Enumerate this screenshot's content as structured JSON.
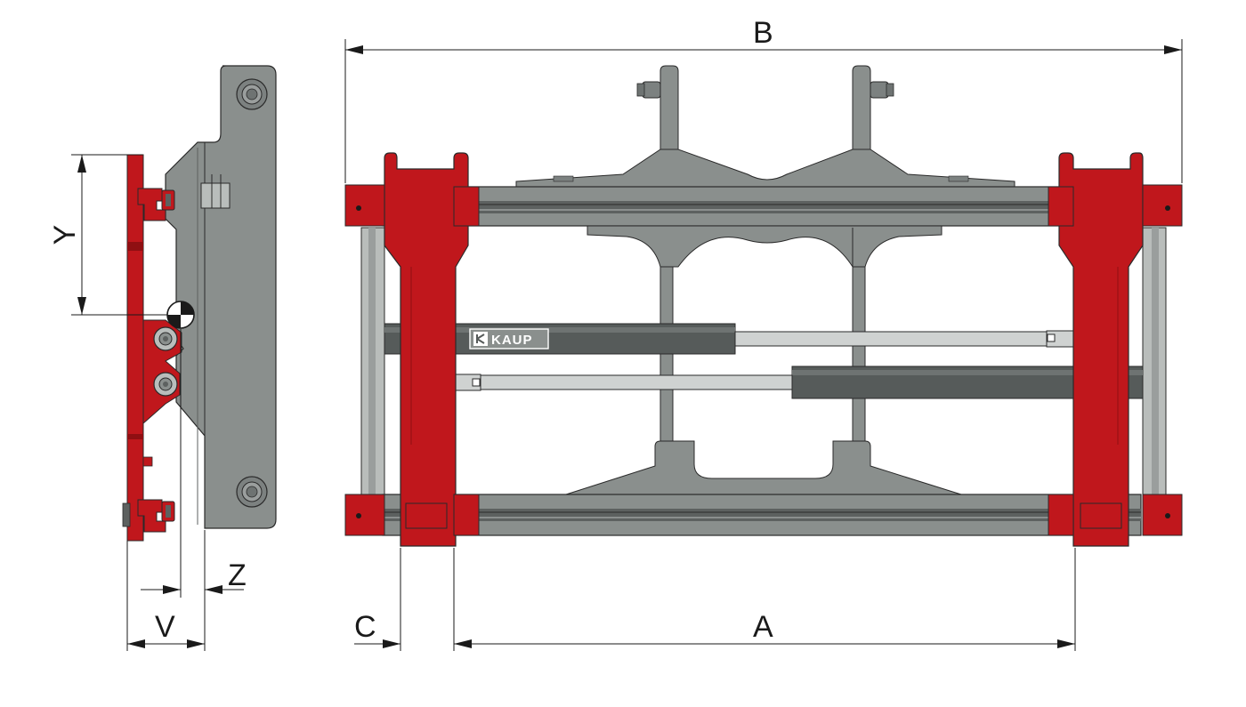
{
  "colors": {
    "red": "#c0171c",
    "red_dark": "#8f0f12",
    "grey": "#8a8f8d",
    "grey_dark": "#5d6160",
    "grey_light": "#b9bdbb",
    "cylinder": "#565b5a",
    "rod": "#cfd2d1",
    "outline": "#2a2a2a"
  },
  "labels": {
    "B": "B",
    "A": "A",
    "C": "C",
    "Y": "Y",
    "Z": "Z",
    "V": "V"
  },
  "brand": {
    "name": "KAUP",
    "logo_icon": "kaup-logo-icon"
  }
}
